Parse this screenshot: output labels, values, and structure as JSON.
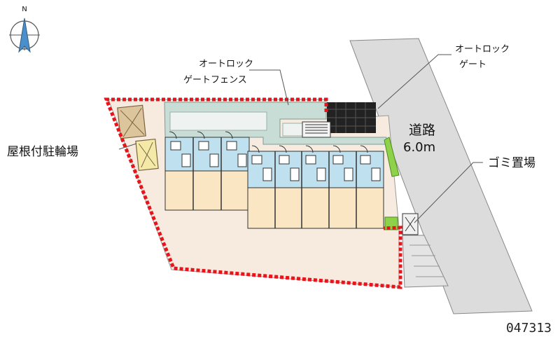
{
  "compass": {
    "north_label": "N"
  },
  "labels": {
    "autolock_fence": [
      "オートロック",
      "ゲートフェンス"
    ],
    "autolock_gate": [
      "オートロック",
      "ゲート"
    ],
    "bike_parking": "屋根付駐輪場",
    "road": [
      "道路",
      "6.0m"
    ],
    "garbage": "ゴミ置場"
  },
  "property_code": "047313",
  "colors": {
    "boundary": "#e8141b",
    "unit_interior": "#fbe6c4",
    "unit_wet_area": "#bfe1ef",
    "corridor": "#c9ddd7",
    "paving": "#f7ebe0",
    "road": "#dcdcdc",
    "greenery": "#8ed24a",
    "bike_roof": "#dcc49c"
  }
}
